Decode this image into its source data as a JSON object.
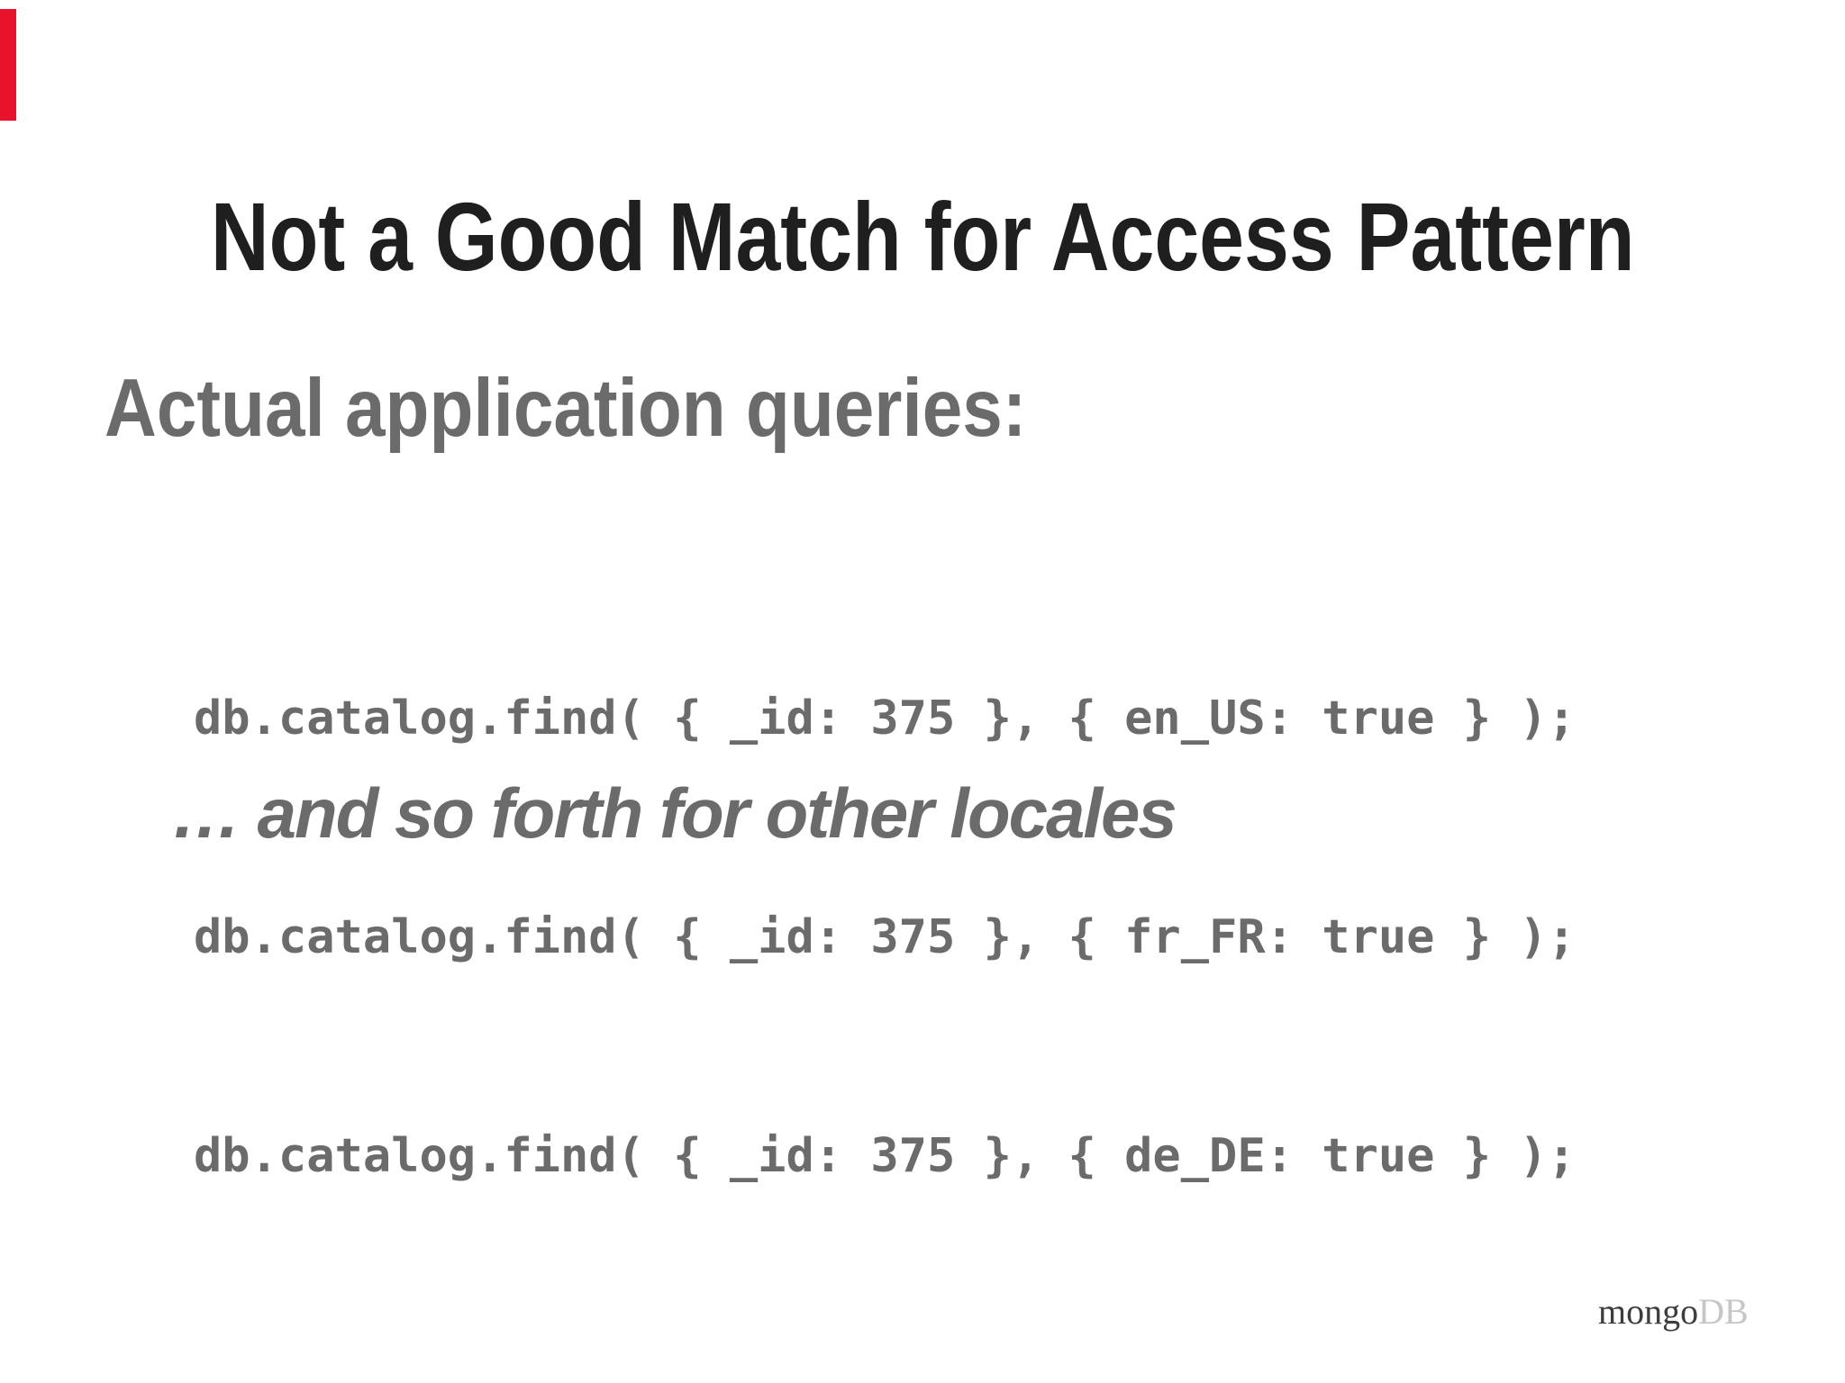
{
  "slide": {
    "title": "Not a Good Match for Access Pattern",
    "heading": "Actual application queries:",
    "code_lines": [
      "db.catalog.find( { _id: 375 }, { en_US: true } );",
      "db.catalog.find( { _id: 375 }, { fr_FR: true } );",
      "db.catalog.find( { _id: 375 }, { de_DE: true } );"
    ],
    "note": "… and so forth for other locales",
    "logo": {
      "brand_dark": "mongo",
      "brand_light": "DB"
    },
    "colors": {
      "background": "#ffffff",
      "title_text": "#1f1f1f",
      "body_gray": "#6b6b6b",
      "logo_dark": "#3d3d3d",
      "logo_light": "#c6c6c6",
      "red_marker": "#e8132b"
    }
  }
}
